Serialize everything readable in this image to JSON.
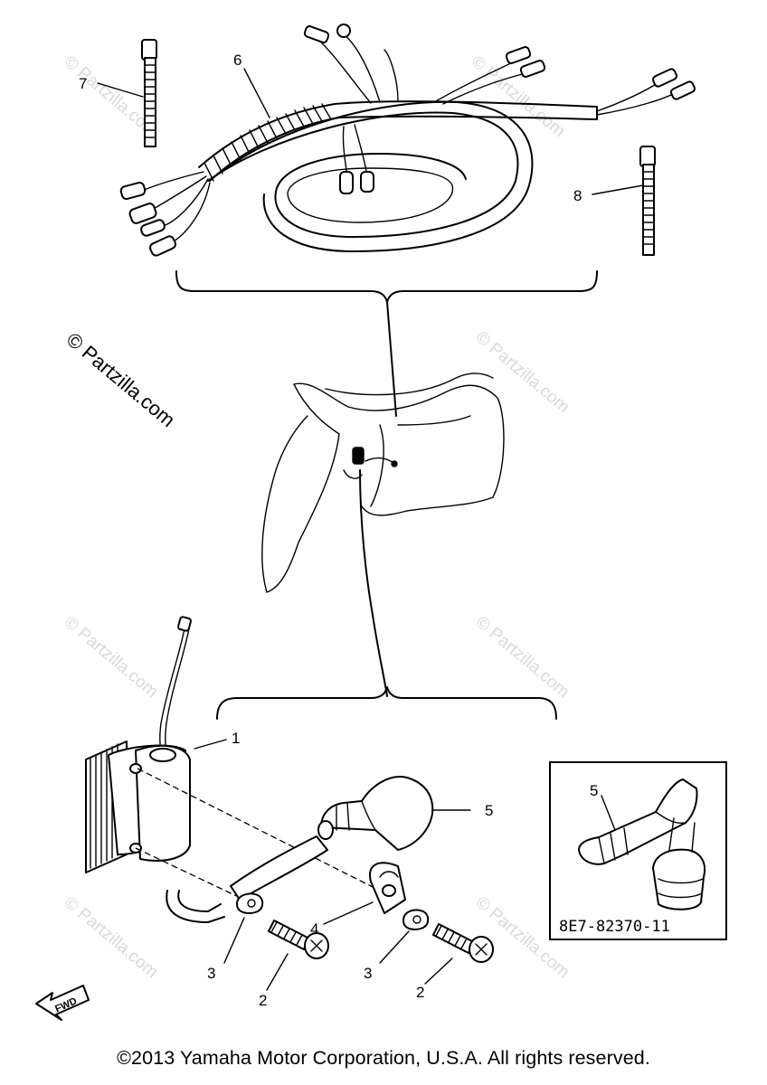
{
  "callouts": {
    "c1": "1",
    "c2a": "2",
    "c2b": "2",
    "c3a": "3",
    "c3b": "3",
    "c4": "4",
    "c5": "5",
    "c5b": "5",
    "c6": "6",
    "c7": "7",
    "c8": "8"
  },
  "watermark": {
    "main": "© Partzilla.com",
    "faint": "© Partzilla.com"
  },
  "inset": {
    "part_number": "8E7-82370-11"
  },
  "fwd_label": "FWD",
  "footer": {
    "copyright": "©2013 Yamaha Motor Corporation, U.S.A. All rights reserved."
  }
}
